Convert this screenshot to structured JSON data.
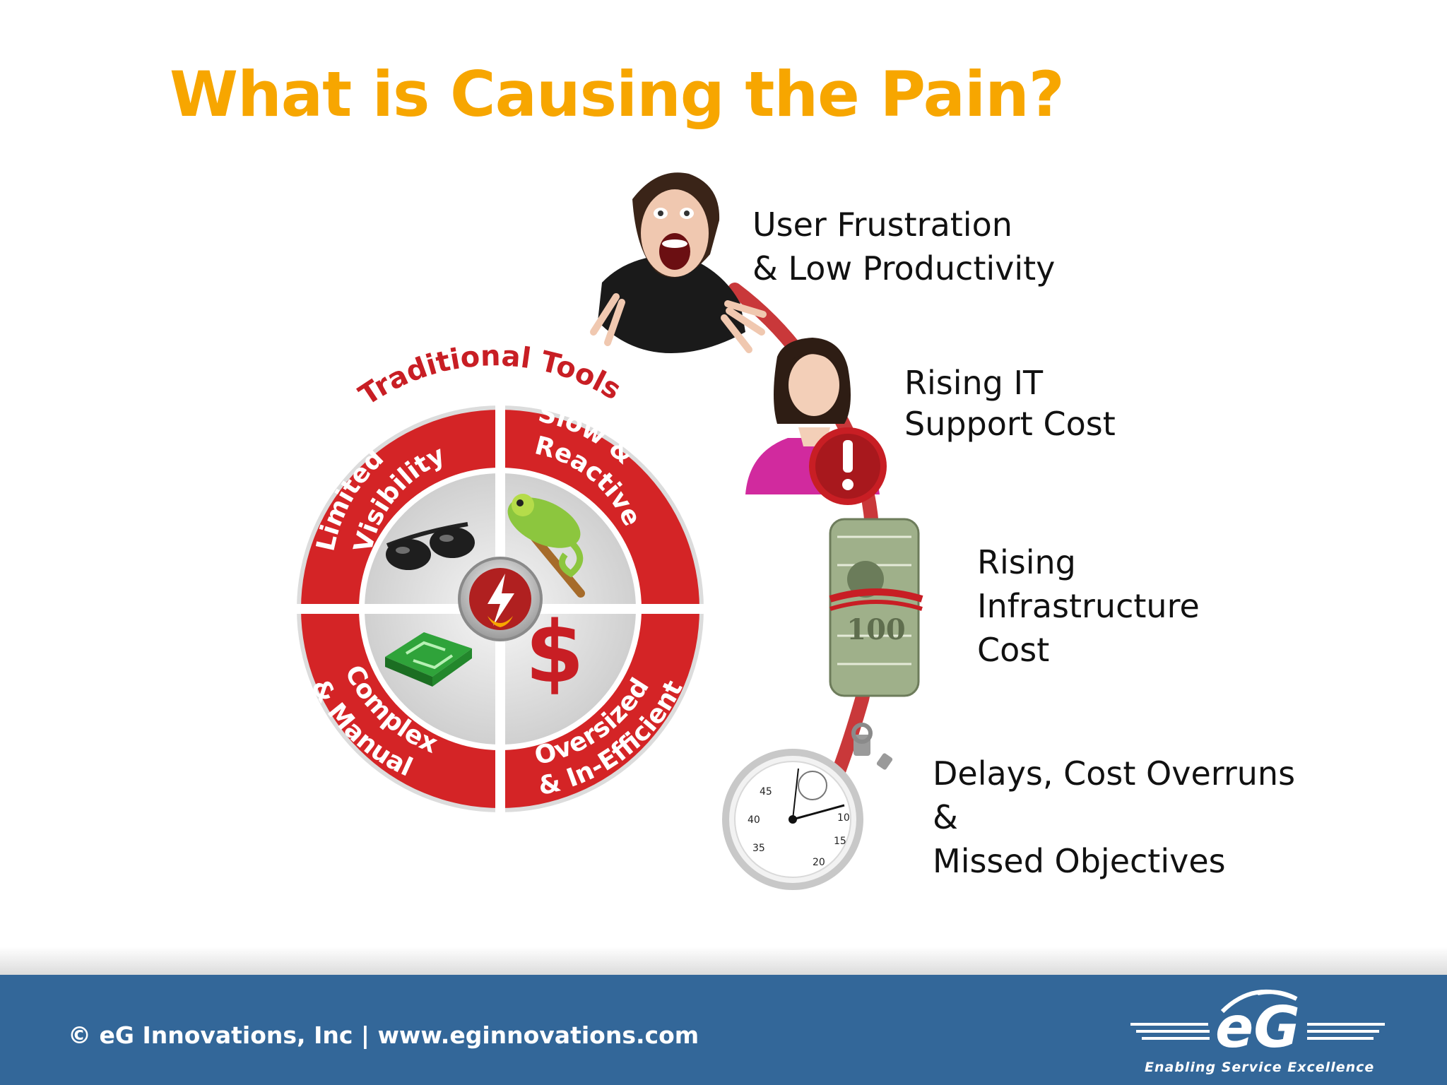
{
  "slide": {
    "title": "What is Causing the Pain?",
    "wheel": {
      "label": "Traditional Tools",
      "quadrants": [
        {
          "line1": "Limited",
          "line2": "Visibility",
          "icon": "sunglasses-icon"
        },
        {
          "line1": "Slow &",
          "line2": "Reactive",
          "icon": "chameleon-icon"
        },
        {
          "line1": "Complex",
          "line2": "& Manual",
          "icon": "maze-icon"
        },
        {
          "line1": "Oversized",
          "line2": "& In-Efficient",
          "icon": "dollar-sign-icon"
        }
      ],
      "center_icon": "lightning-flame-icon"
    },
    "pains": [
      {
        "lines": [
          "User Frustration",
          "& Low Productivity"
        ],
        "icon": "screaming-woman-icon"
      },
      {
        "lines": [
          "Rising IT",
          "Support Cost"
        ],
        "icon": "support-person-alert-icon"
      },
      {
        "lines": [
          "Rising",
          "Infrastructure",
          "Cost"
        ],
        "icon": "money-roll-icon"
      },
      {
        "lines": [
          "Delays, Cost Overruns",
          "&",
          "Missed Objectives"
        ],
        "icon": "stopwatch-icon"
      }
    ],
    "colors": {
      "title": "#f7a600",
      "wheel_red": "#d42426",
      "footer": "#336799"
    }
  },
  "footer": {
    "copyright": "© eG Innovations, Inc  |  www.eginnovations.com",
    "logo_text": "eG",
    "tagline": "Enabling Service Excellence"
  }
}
